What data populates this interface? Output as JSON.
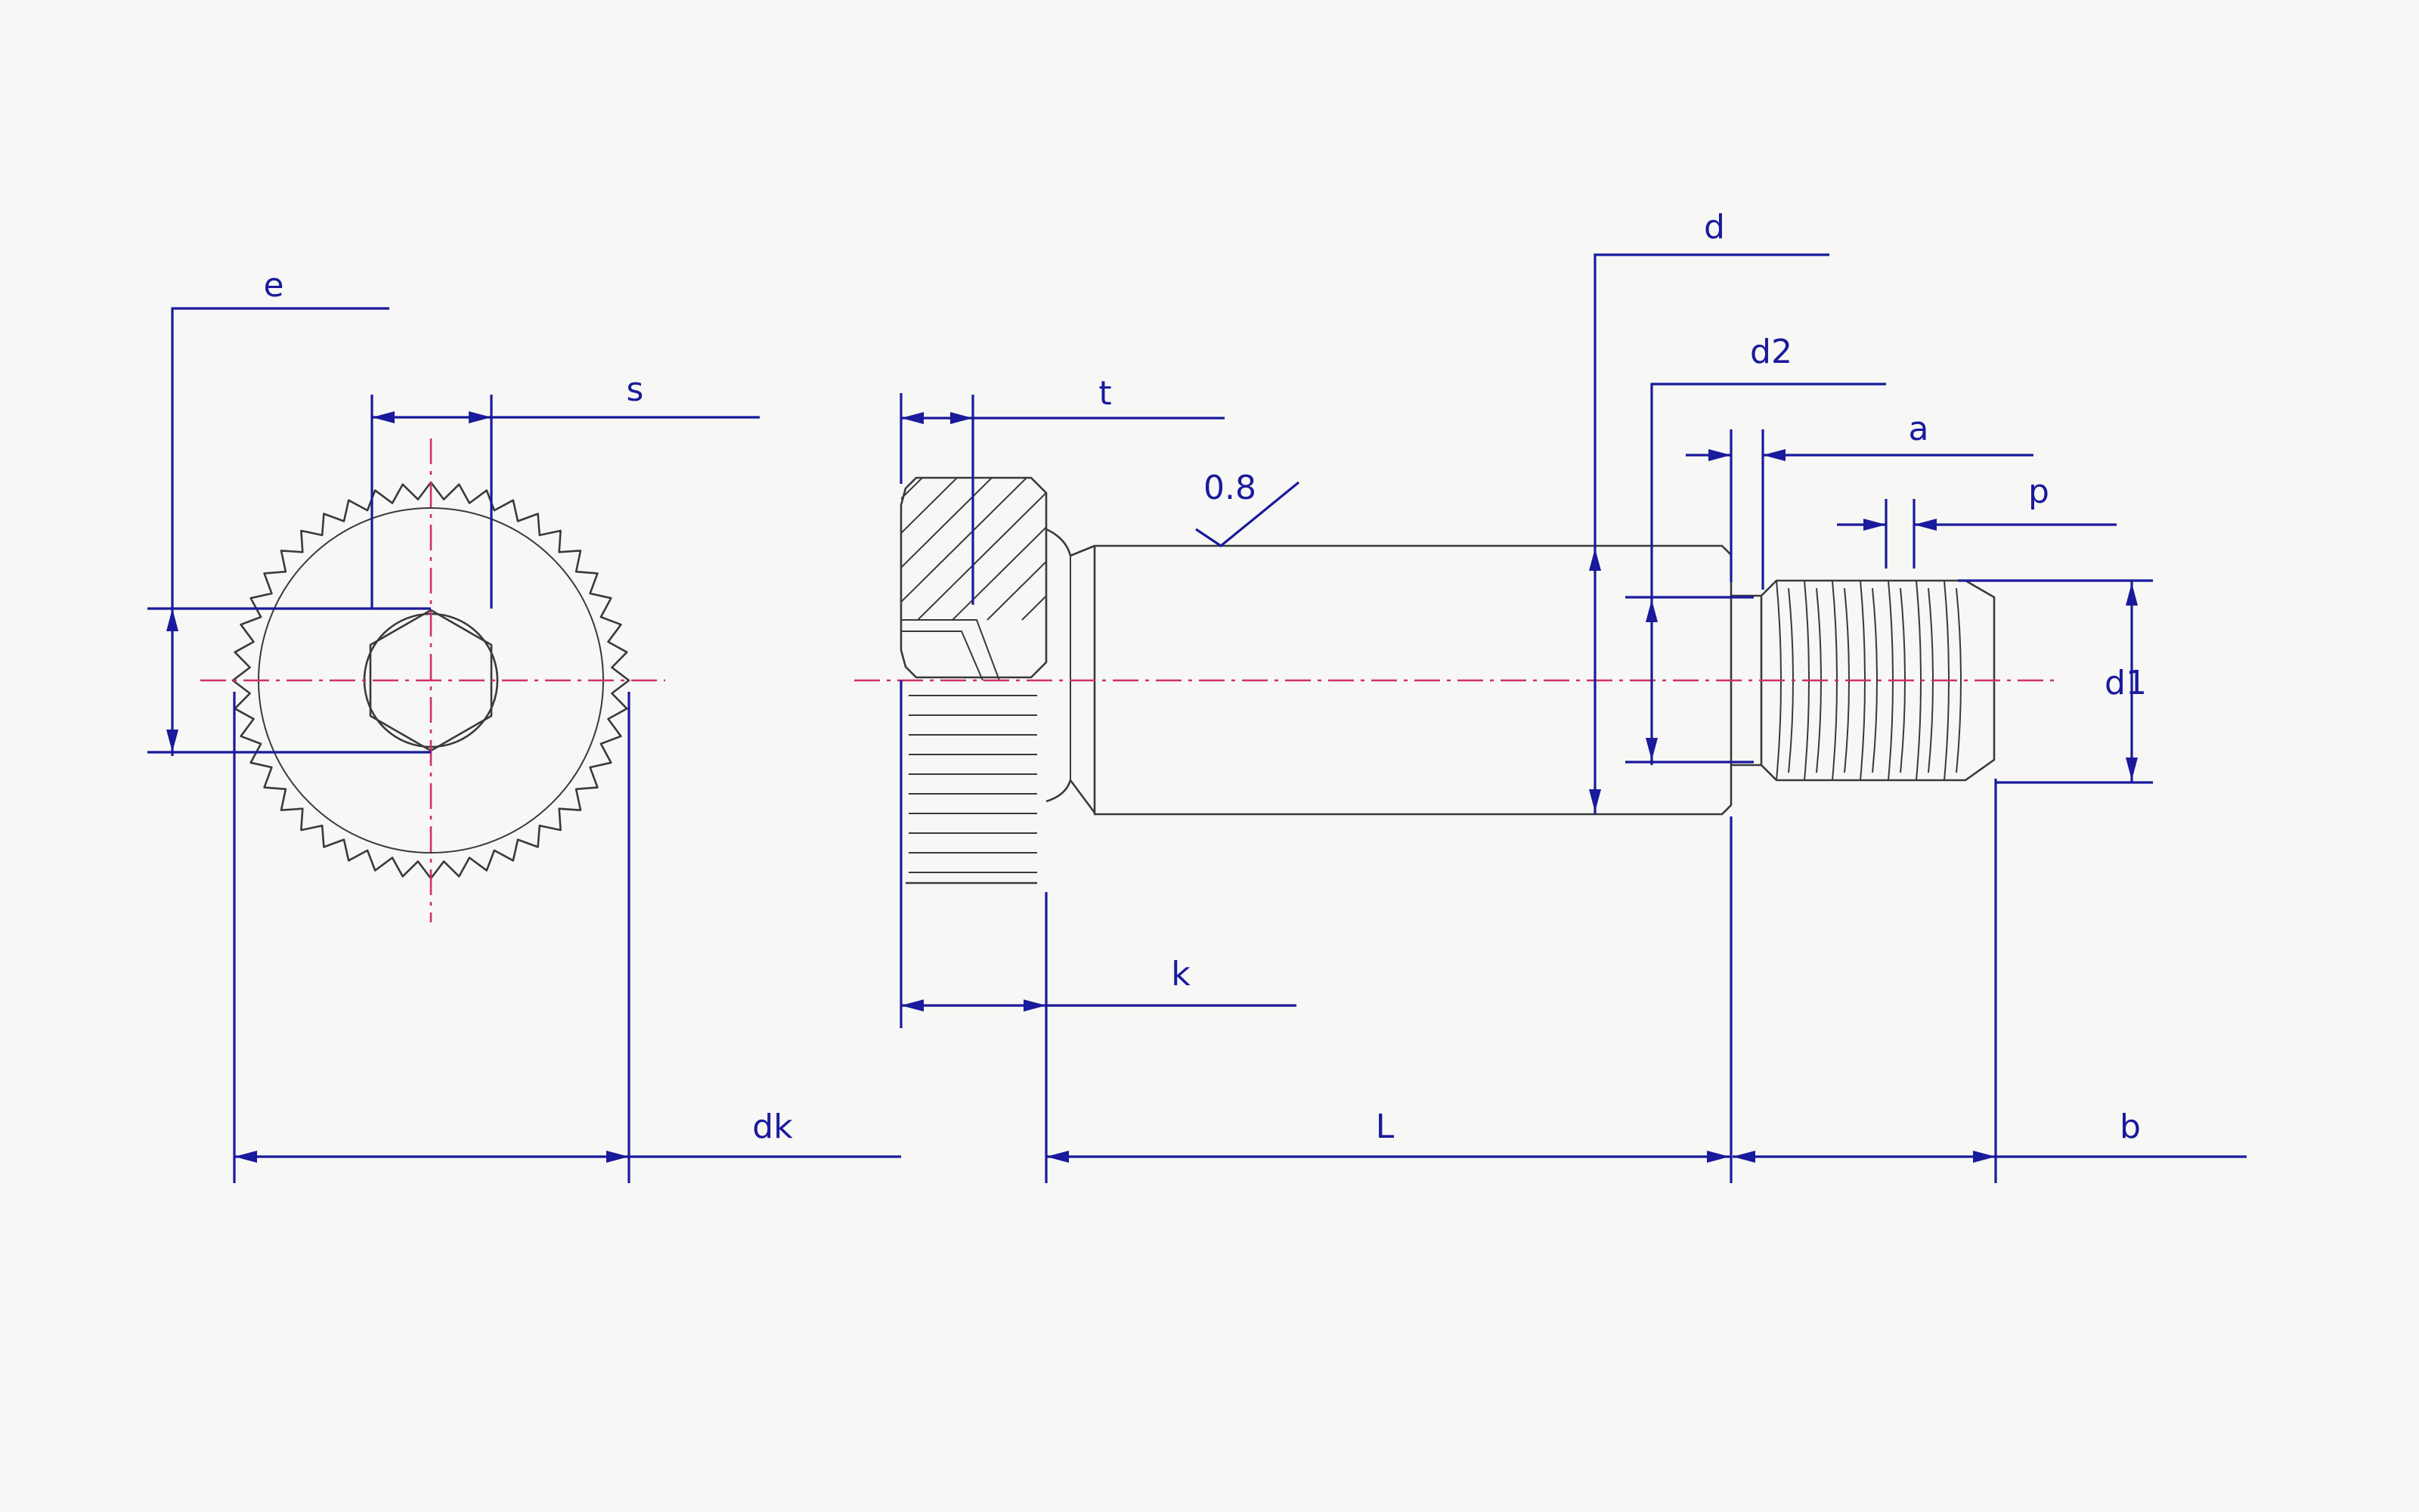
{
  "labels": {
    "e": "e",
    "s": "s",
    "t": "t",
    "roughness": "0.8",
    "d": "d",
    "d2": "d2",
    "a": "a",
    "p": "p",
    "d1": "d1",
    "k": "k",
    "dk": "dk",
    "L": "L",
    "b": "b"
  },
  "colors": {
    "dimension": "#1a1a9c",
    "centerline": "#d0306a",
    "outline": "#3a3a3a",
    "background": "#f7f7f5"
  },
  "knurl_teeth": 44
}
